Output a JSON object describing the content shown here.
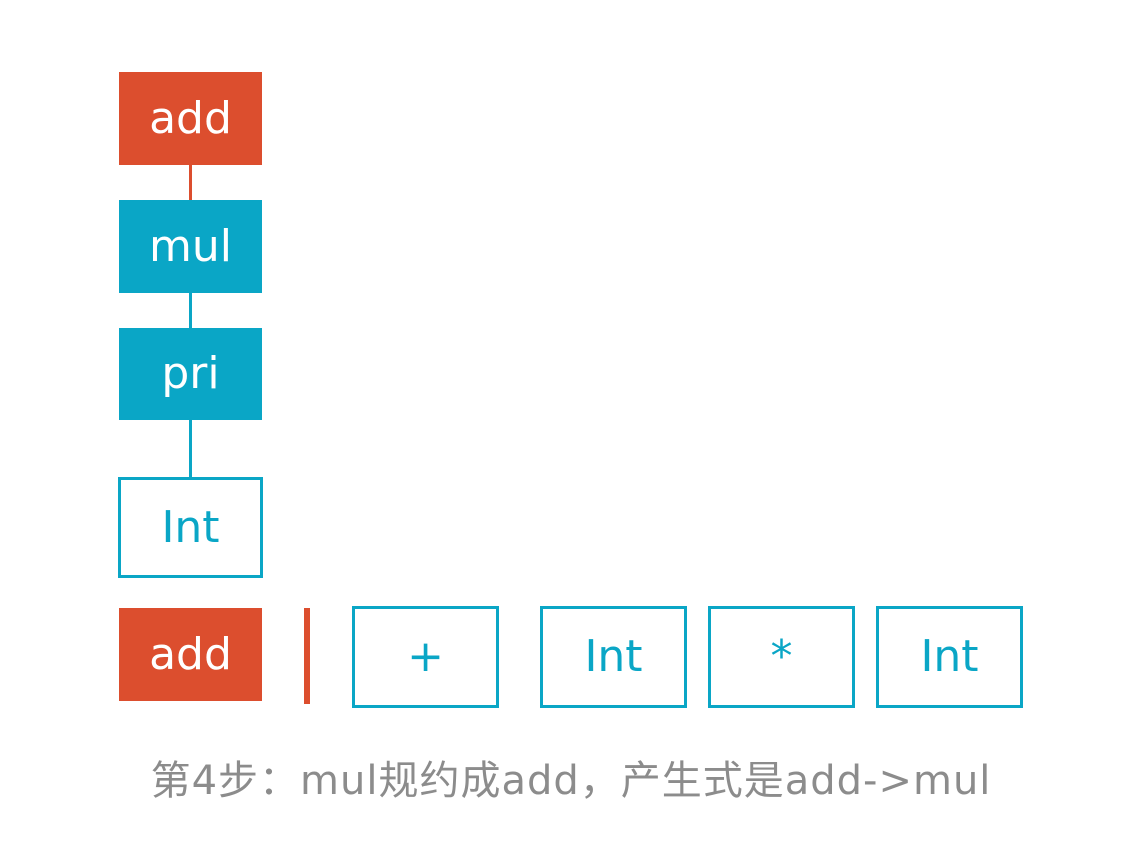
{
  "tree": {
    "root": "add",
    "child1": "mul",
    "child2": "pri",
    "leaf": "Int"
  },
  "stack_row": {
    "left_item": "add",
    "tokens": [
      "+",
      "Int",
      "*",
      "Int"
    ]
  },
  "caption": "第4步：mul规约成add，产生式是add->mul",
  "colors": {
    "red": "#dc4e2e",
    "teal": "#0aa6c6",
    "caption_gray": "#8c8c8c"
  }
}
